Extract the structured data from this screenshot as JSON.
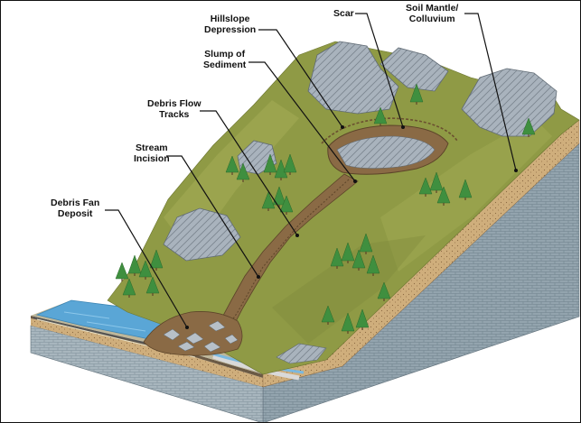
{
  "diagram": {
    "labels": {
      "hillslope_depression": [
        "Hillslope",
        "Depression"
      ],
      "scar": "Scar",
      "soil_mantle": [
        "Soil Mantle/",
        "Colluvium"
      ],
      "slump": [
        "Slump of",
        "Sediment"
      ],
      "debris_flow_tracks": [
        "Debris Flow",
        "Tracks"
      ],
      "stream_incision": [
        "Stream",
        "Incision"
      ],
      "debris_fan": [
        "Debris Fan",
        "Deposit"
      ]
    },
    "colors": {
      "grass": "#8f9a45",
      "grass_light": "#a5ad55",
      "grass_dark": "#7c8738",
      "rock": "#a9b3bd",
      "rock_dark": "#6e7882",
      "bedrock_front": "#8fa1ab",
      "bedrock_side": "#a6b5bd",
      "soil": "#c9a877",
      "debris": "#8a6a45",
      "water": "#5aa6d6",
      "tree": "#3f8f3f"
    }
  }
}
